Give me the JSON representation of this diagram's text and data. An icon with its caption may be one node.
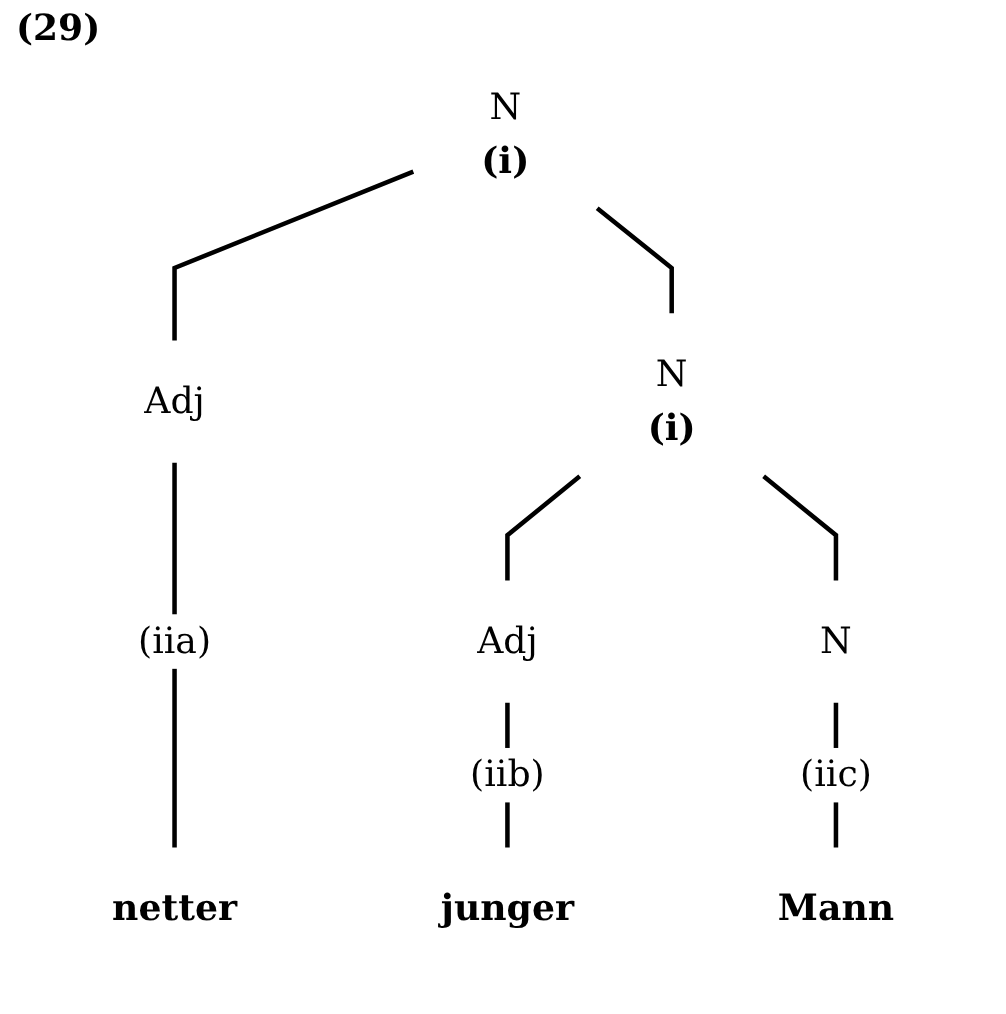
{
  "diagram": {
    "nodes": [
      {
        "text": [
          "N"
        ],
        "beside": [
          "(i)"
        ]
      },
      {
        "text": [
          "Adj"
        ]
      },
      {
        "text": [
          "N"
        ],
        "beside": [
          "(i)"
        ]
      },
      {
        "text": [
          "Adj"
        ]
      },
      {
        "text": [
          "N"
        ]
      },
      {
        "text": [
          "netter"
        ]
      },
      {
        "text": [
          "junger"
        ]
      },
      {
        "text": [
          "Mann"
        ]
      }
    ],
    "edges": [
      {
        "from": 0,
        "to": 1,
        "arrow": "none"
      },
      {
        "from": 0,
        "to": 2,
        "arrow": "none"
      },
      {
        "from": 1,
        "to": 5,
        "arrow": "none",
        "label": "(iia)"
      },
      {
        "from": 2,
        "to": 3,
        "arrow": "none"
      },
      {
        "from": 2,
        "to": 4,
        "arrow": "none"
      },
      {
        "from": 3,
        "to": 6,
        "arrow": "none",
        "label": "(iib)"
      },
      {
        "from": 4,
        "to": 7,
        "arrow": "none",
        "label": "(iic)"
      }
    ],
    "labels": [
      "(29)"
    ]
  }
}
